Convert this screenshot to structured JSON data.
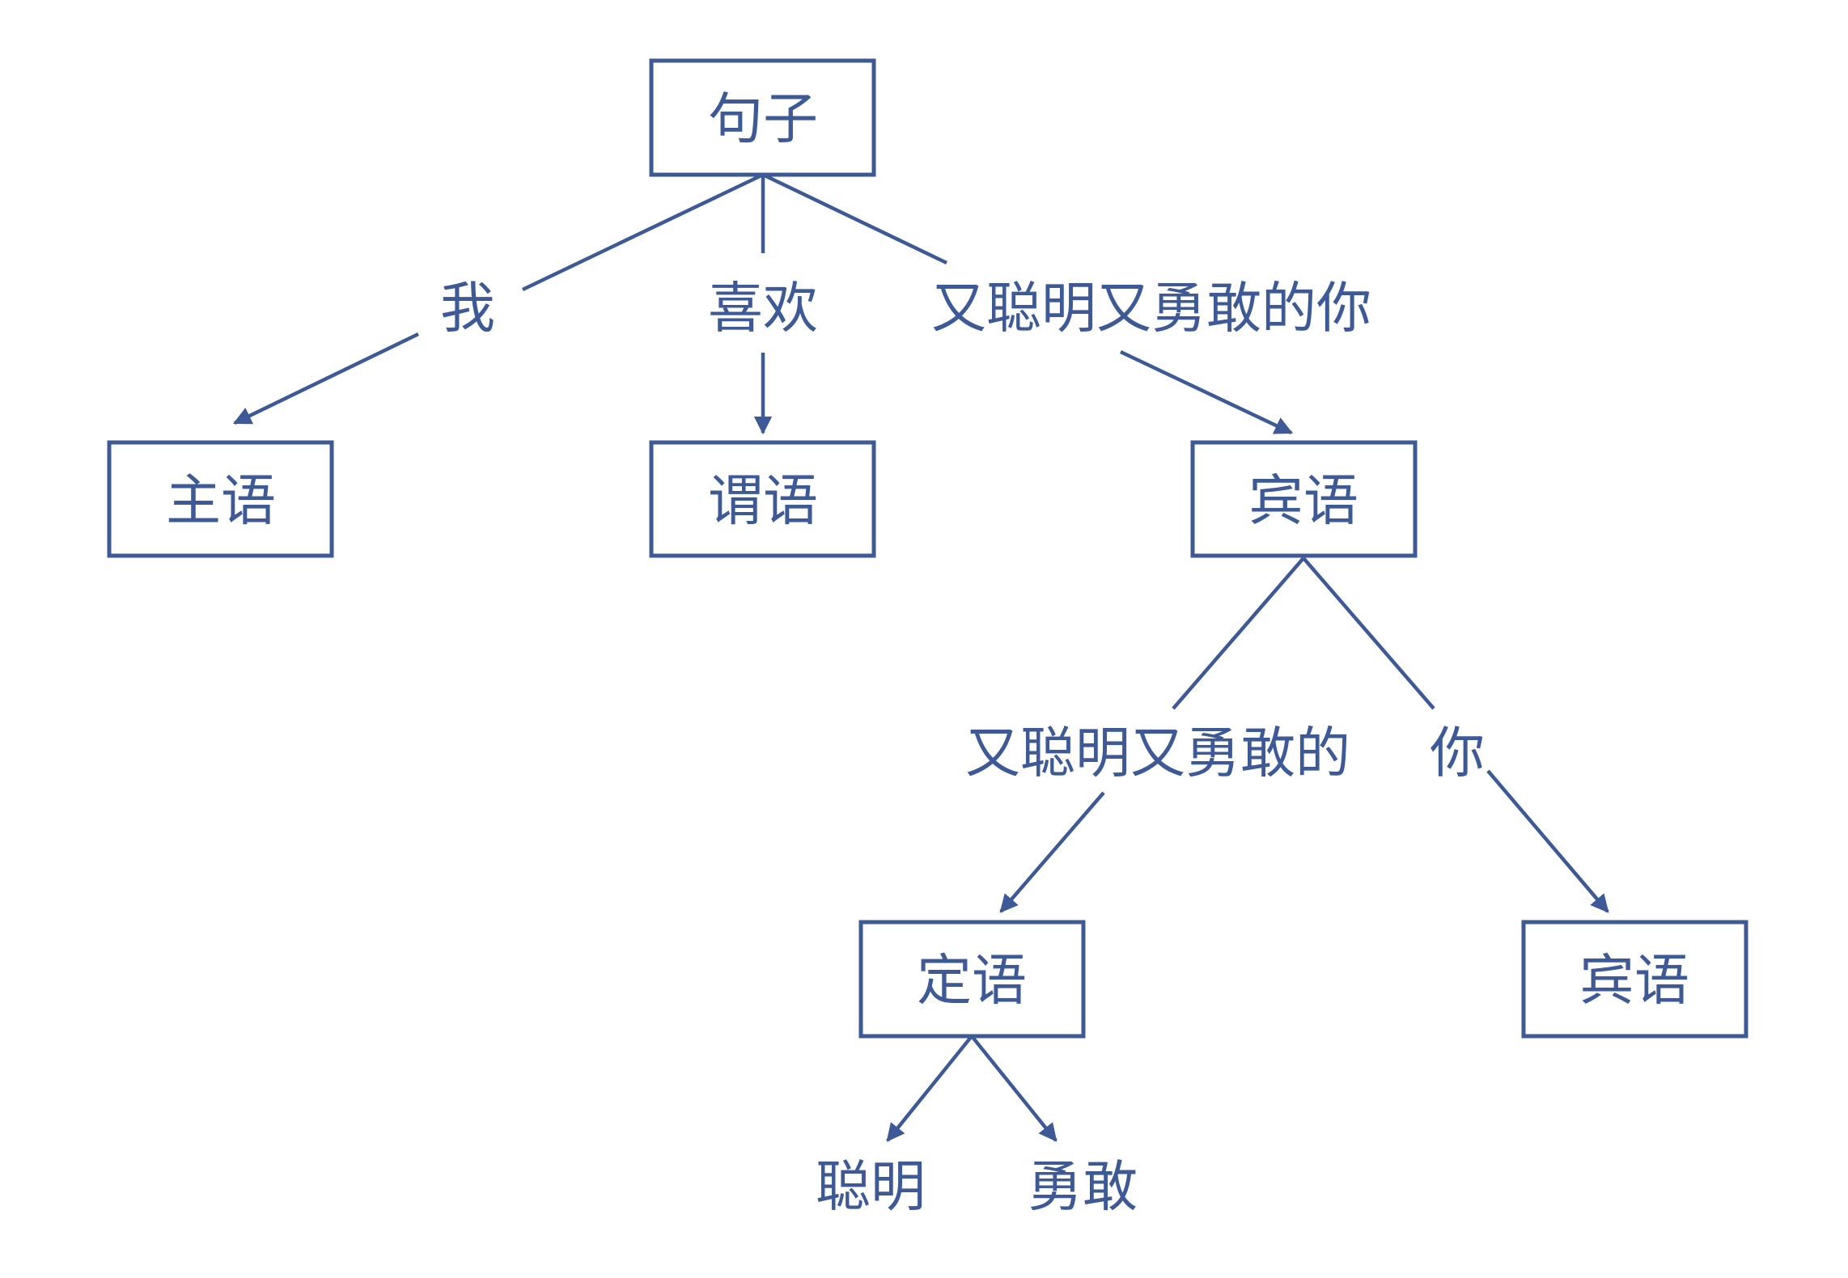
{
  "colors": {
    "stroke": "#3d5a96",
    "text": "#3d5a96",
    "background": "#ffffff"
  },
  "nodes": {
    "sentence": "句子",
    "subject": "主语",
    "predicate": "谓语",
    "object": "宾语",
    "attributive": "定语",
    "object_inner": "宾语"
  },
  "edge_labels": {
    "wo": "我",
    "xihuan": "喜欢",
    "object_phrase": "又聪明又勇敢的你",
    "attributive_phrase": "又聪明又勇敢的",
    "ni": "你",
    "congming": "聪明",
    "yonggan": "勇敢"
  }
}
